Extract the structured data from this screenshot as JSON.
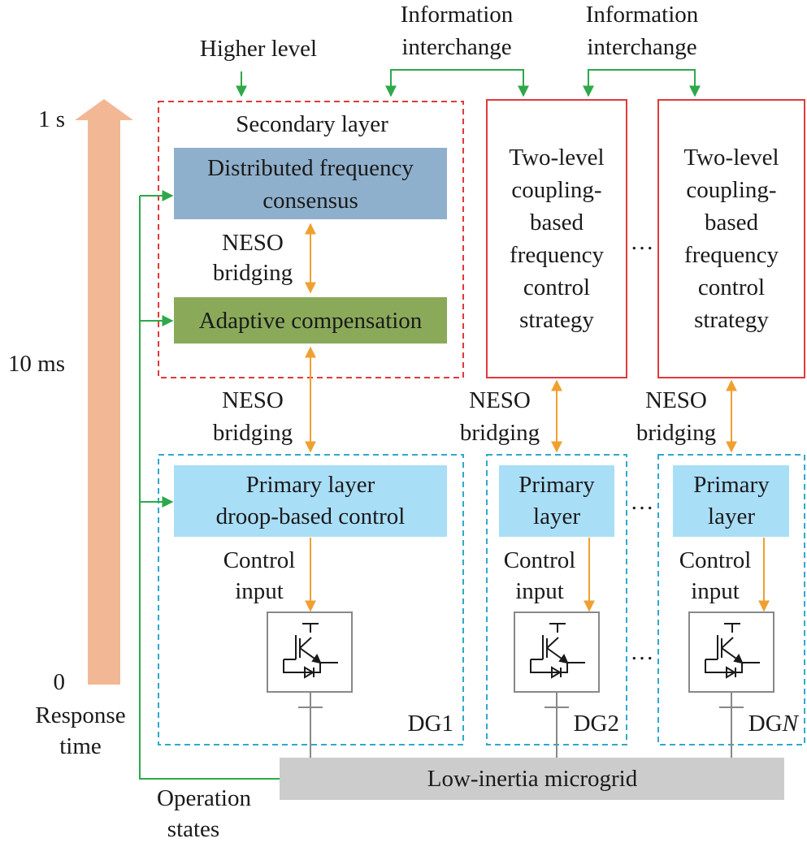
{
  "axis": {
    "tick_1s": "1 s",
    "tick_10ms": "10 ms",
    "tick_0": "0",
    "label_line1": "Response",
    "label_line2": "time"
  },
  "top": {
    "higher_level": "Higher level",
    "info1_line1": "Information",
    "info1_line2": "interchange",
    "info2_line1": "Information",
    "info2_line2": "interchange"
  },
  "secondary": {
    "title": "Secondary layer",
    "distributed_line1": "Distributed frequency",
    "distributed_line2": "consensus",
    "neso_inner_line1": "NESO",
    "neso_inner_line2": "bridging",
    "adaptive": "Adaptive compensation"
  },
  "strategy_boxes": [
    {
      "lines": [
        "Two-level",
        "coupling-",
        "based",
        "frequency",
        "control",
        "strategy"
      ]
    },
    {
      "lines": [
        "Two-level",
        "coupling-",
        "based",
        "frequency",
        "control",
        "strategy"
      ]
    }
  ],
  "neso_mid": [
    {
      "line1": "NESO",
      "line2": "bridging"
    },
    {
      "line1": "NESO",
      "line2": "bridging"
    },
    {
      "line1": "NESO",
      "line2": "bridging"
    }
  ],
  "dg1": {
    "primary_line1": "Primary layer",
    "primary_line2": "droop-based control",
    "control_line1": "Control",
    "control_line2": "input",
    "name": "DG1"
  },
  "dg2": {
    "primary_line1": "Primary",
    "primary_line2": "layer",
    "control_line1": "Control",
    "control_line2": "input",
    "name": "DG2"
  },
  "dgn": {
    "primary_line1": "Primary",
    "primary_line2": "layer",
    "control_line1": "Control",
    "control_line2": "input",
    "name_prefix": "DG",
    "name_italic": "N"
  },
  "ellipsis": "…",
  "microgrid": "Low-inertia microgrid",
  "operation": {
    "line1": "Operation",
    "line2": "states"
  },
  "colors": {
    "arrow_orange": "#f2b895",
    "green": "#2ea84a",
    "orange": "#f0a030",
    "red": "#e03a3a",
    "cyan": "#30a9cc",
    "blue_box": "#8fb0cc",
    "green_box": "#8aaa5a",
    "light_blue_box": "#a9def7",
    "grey_bar": "#cccccc"
  }
}
